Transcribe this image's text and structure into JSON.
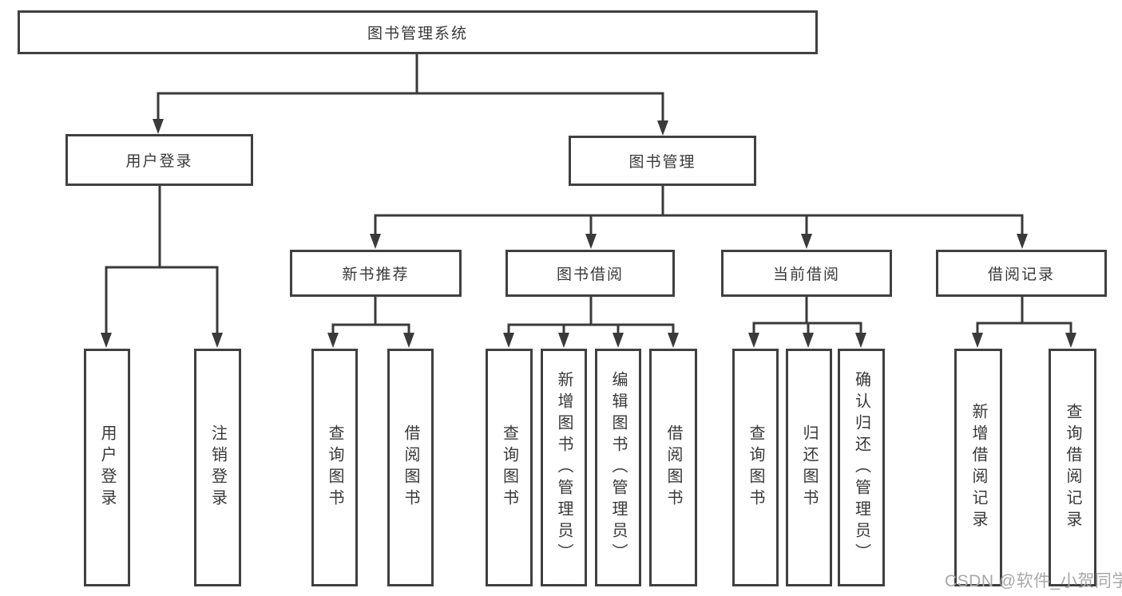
{
  "diagram_title": "图书管理系统",
  "tree": {
    "label": "图书管理系统",
    "children": [
      {
        "label": "用户登录",
        "children": [
          {
            "label": "用户登录"
          },
          {
            "label": "注销登录"
          }
        ]
      },
      {
        "label": "图书管理",
        "children": [
          {
            "label": "新书推荐",
            "children": [
              {
                "label": "查询图书"
              },
              {
                "label": "借阅图书"
              }
            ]
          },
          {
            "label": "图书借阅",
            "children": [
              {
                "label": "查询图书"
              },
              {
                "label": "新增图书（管理员）"
              },
              {
                "label": "编辑图书（管理员）"
              },
              {
                "label": "借阅图书"
              }
            ]
          },
          {
            "label": "当前借阅",
            "children": [
              {
                "label": "查询图书"
              },
              {
                "label": "归还图书"
              },
              {
                "label": "确认归还（管理员）"
              }
            ]
          },
          {
            "label": "借阅记录",
            "children": [
              {
                "label": "新增借阅记录"
              },
              {
                "label": "查询借阅记录"
              }
            ]
          }
        ]
      }
    ]
  },
  "watermark": "CSDN @软件_小贺同学",
  "colors": {
    "line": "#3a3a3a",
    "box_border": "#404040",
    "text": "#383838",
    "background": "#ffffff",
    "watermark": "#a8a8a8"
  }
}
